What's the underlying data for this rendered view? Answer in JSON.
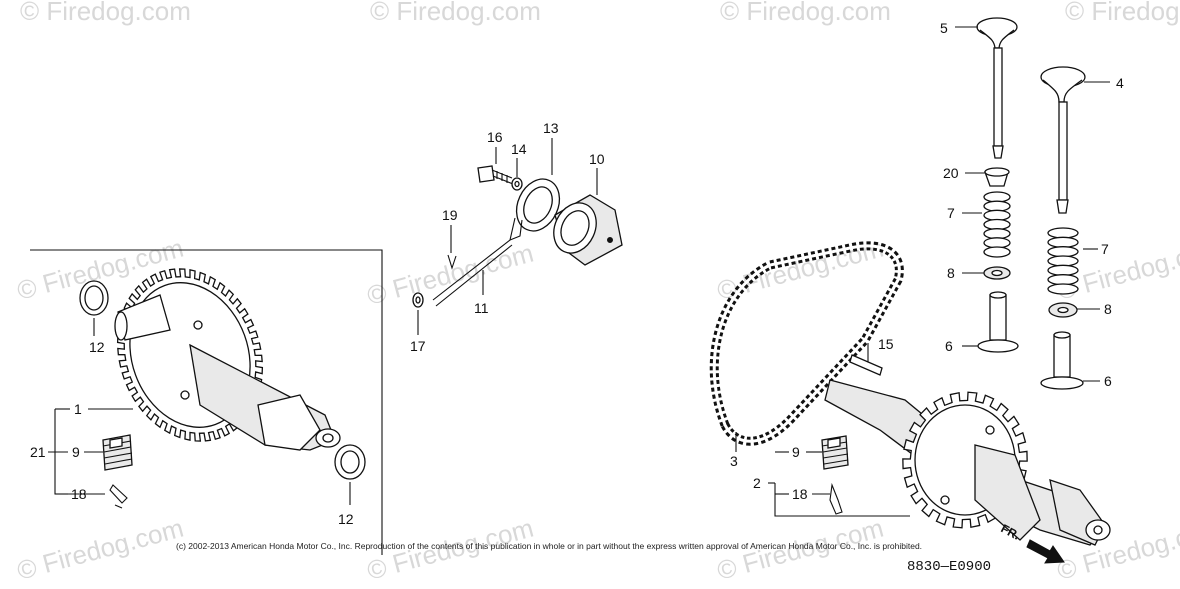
{
  "watermarks": [
    "© Firedog.com"
  ],
  "copyright": "(c) 2002-2013 American Honda Motor Co., Inc. Reproduction of the contents of this publication in whole or in part without the express written approval of American Honda Motor Co., Inc. is prohibited.",
  "diagram_code": "8830—E0900",
  "front_label": "FR.",
  "callouts": {
    "c1": "1",
    "c2": "2",
    "c3": "3",
    "c4": "4",
    "c5": "5",
    "c6a": "6",
    "c6b": "6",
    "c7a": "7",
    "c7b": "7",
    "c8a": "8",
    "c8b": "8",
    "c9a": "9",
    "c9b": "9",
    "c10": "10",
    "c11": "11",
    "c12a": "12",
    "c12b": "12",
    "c13": "13",
    "c14": "14",
    "c15": "15",
    "c16": "16",
    "c17": "17",
    "c18a": "18",
    "c18b": "18",
    "c19": "19",
    "c20": "20",
    "c21": "21"
  }
}
